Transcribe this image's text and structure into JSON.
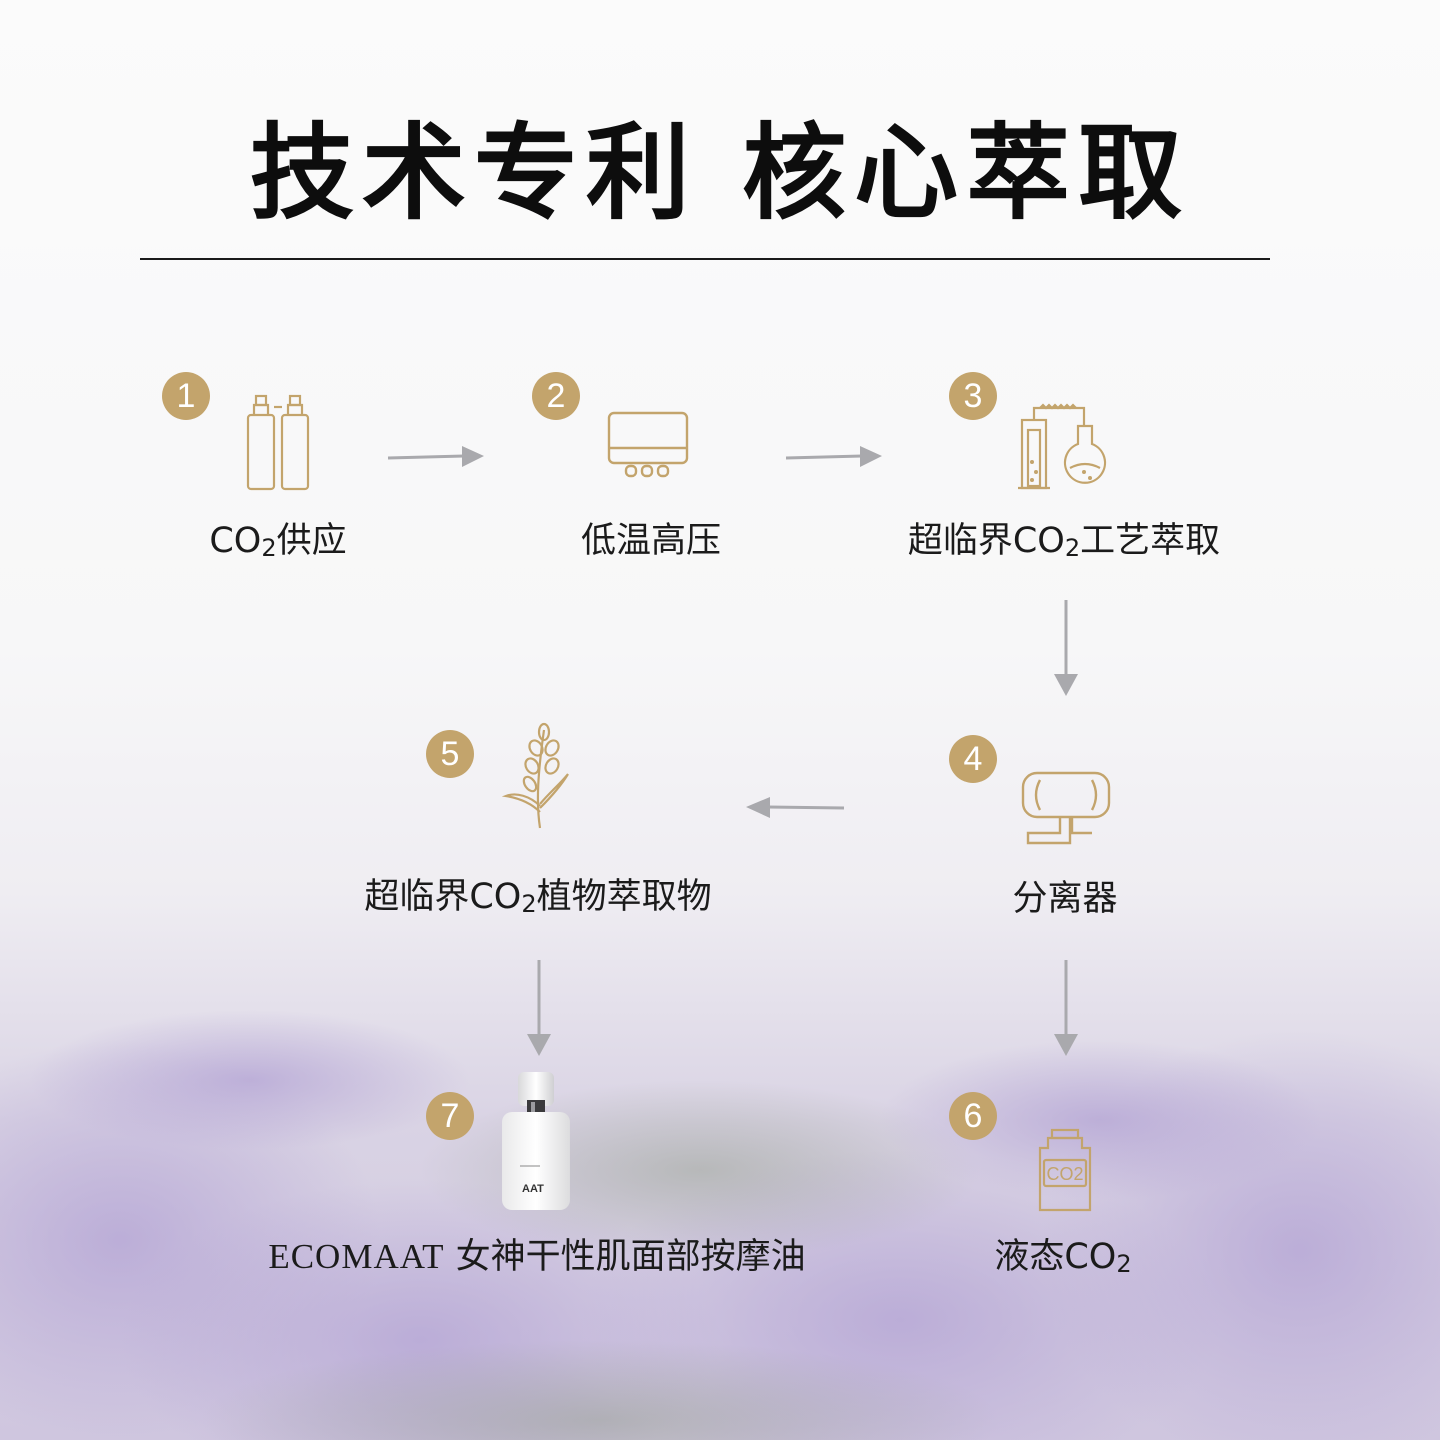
{
  "title": "技术专利 核心萃取",
  "steps": [
    {
      "num": "1",
      "label_a": "CO",
      "label_sub": "2",
      "label_b": "供应",
      "icon": "gas-cylinders-icon"
    },
    {
      "num": "2",
      "label": "低温高压",
      "icon": "heater-unit-icon"
    },
    {
      "num": "3",
      "label_a": "超临界CO",
      "label_sub": "2",
      "label_b": "工艺萃取",
      "icon": "lab-flask-icon"
    },
    {
      "num": "4",
      "label": "分离器",
      "icon": "separator-icon"
    },
    {
      "num": "5",
      "label_a": "超临界CO",
      "label_sub": "2",
      "label_b": "植物萃取物",
      "icon": "plant-sprig-icon"
    },
    {
      "num": "6",
      "label_a": "液态CO",
      "label_sub": "2",
      "icon": "co2-bottle-icon",
      "icon_text": "CO2"
    },
    {
      "num": "7",
      "brand": "ECOMAAT",
      "label": "女神干性肌面部按摩油",
      "icon": "product-bottle-icon",
      "bottle_text": "AAT"
    }
  ],
  "colors": {
    "accent": "#c3a46c",
    "arrow": "#a9a9ad",
    "text": "#1b1b1b"
  }
}
